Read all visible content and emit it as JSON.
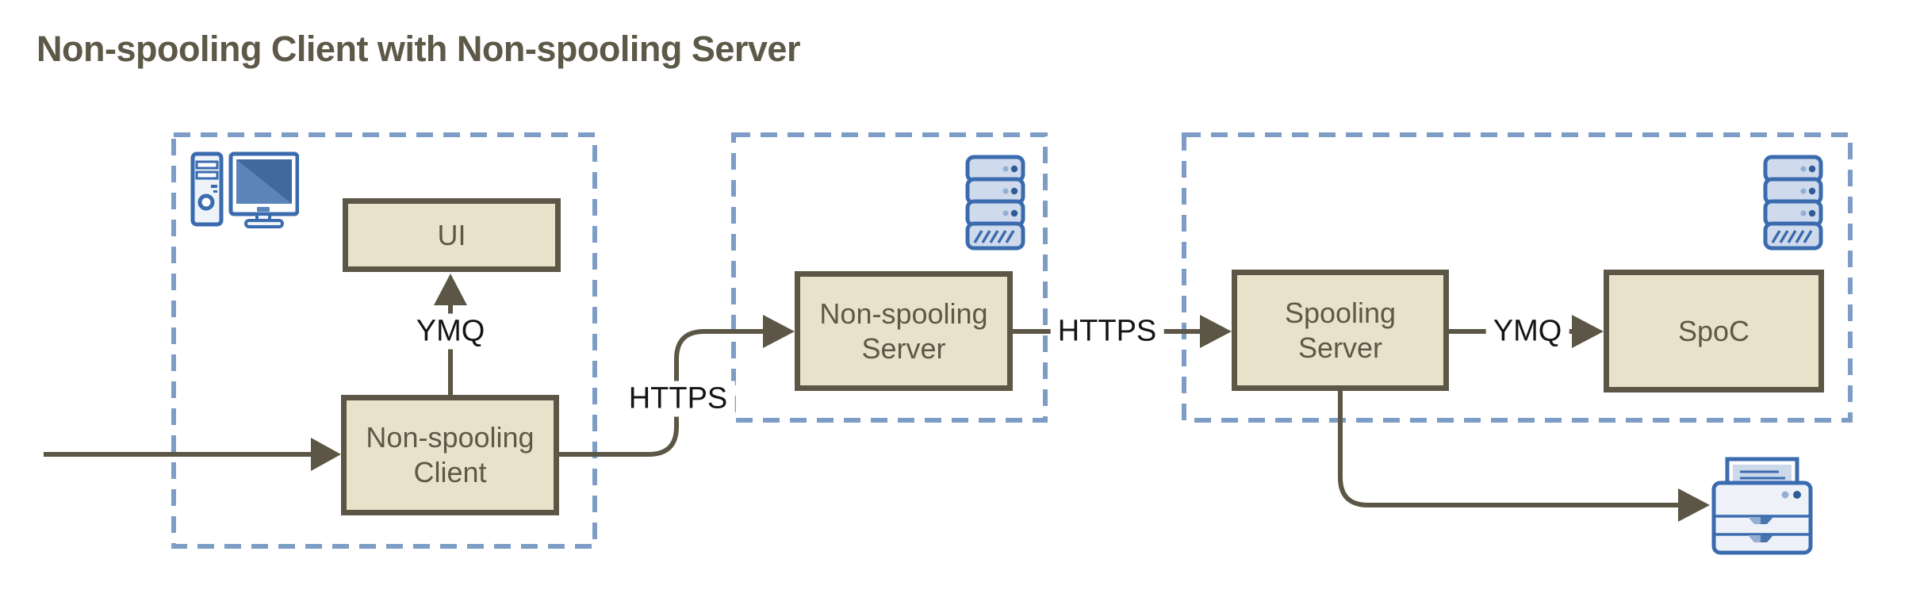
{
  "title": "Non-spooling Client with Non-spooling Server",
  "colors": {
    "olive_line": "#5b5645",
    "node_fill": "#e8e2cb",
    "node_text": "#5d5847",
    "group_dash_blue": "#7d9dc7",
    "icon_blue": "#3a6bae",
    "icon_fill_light": "#eef2f9",
    "icon_fill_unit": "#cfdaec",
    "edge_label_text": "#141414"
  },
  "groups": [
    {
      "name": "client-workstation-group",
      "icon": "desktop-computer-icon"
    },
    {
      "name": "non-spooling-server-group",
      "icon": "server-icon"
    },
    {
      "name": "spooling-server-group",
      "icon": "server-icon"
    }
  ],
  "nodes": {
    "ui": {
      "label": "UI"
    },
    "nonspooling_client": {
      "label": "Non-spooling Client"
    },
    "nonspooling_server": {
      "label": "Non-spooling Server"
    },
    "spooling_server": {
      "label": "Spooling Server"
    },
    "spoc": {
      "label": "SpoC"
    }
  },
  "edges": {
    "external_to_client": {
      "label": ""
    },
    "client_to_ui": {
      "label": "YMQ"
    },
    "client_to_nonspooling_server": {
      "label": "HTTPS"
    },
    "nonspooling_server_to_spooling_server": {
      "label": "HTTPS"
    },
    "spooling_server_to_spoc": {
      "label": "YMQ"
    },
    "spooling_server_to_printer": {
      "label": ""
    }
  }
}
